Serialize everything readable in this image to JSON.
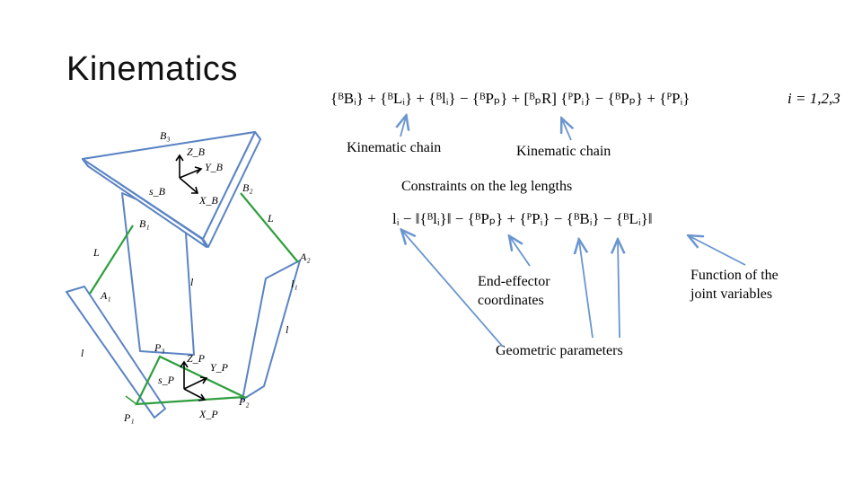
{
  "slide": {
    "title": "Kinematics",
    "equation1": "{ᴮBᵢ} + {ᴮLᵢ} + {ᴮlᵢ} − {ᴮPₚ} + [ᴮₚR] {ᴾPᵢ} − {ᴮPₚ} + {ᴾPᵢ}",
    "index_label": "i = 1,2,3",
    "label_kin_chain_1": "Kinematic chain",
    "label_kin_chain_2": "Kinematic chain",
    "label_constraints": "Constraints on the leg lengths",
    "equation2": "lᵢ − ‖{ᴮlᵢ}‖ − {ᴮPₚ} + {ᴾPᵢ} − {ᴮBᵢ} − {ᴮLᵢ}‖",
    "label_end_effector_line1": "End-effector",
    "label_end_effector_line2": "coordinates",
    "label_geometric": "Geometric parameters",
    "label_function_line1": "Function of the",
    "label_function_line2": "joint variables"
  },
  "mechanism": {
    "labels": {
      "B3": "B₃",
      "ZB": "Z_B",
      "YB": "Y_B",
      "sB": "s_B",
      "XB": "X_B",
      "B2": "B₂",
      "B1": "B₁",
      "L_right": "L",
      "L_left": "L",
      "A2": "A₂",
      "A1": "A₁",
      "l_mid": "l",
      "l1": "l₁",
      "l_right": "l",
      "l_left": "l",
      "P3": "P₃",
      "ZP": "Z_P",
      "YP": "Y_P",
      "sP": "s_P",
      "P2": "P₂",
      "P1": "P₁",
      "XP": "X_P"
    }
  },
  "colors": {
    "blue_structure": "#5b84c4",
    "green_link": "#2e9e3e",
    "arrow": "#6a96cf"
  }
}
